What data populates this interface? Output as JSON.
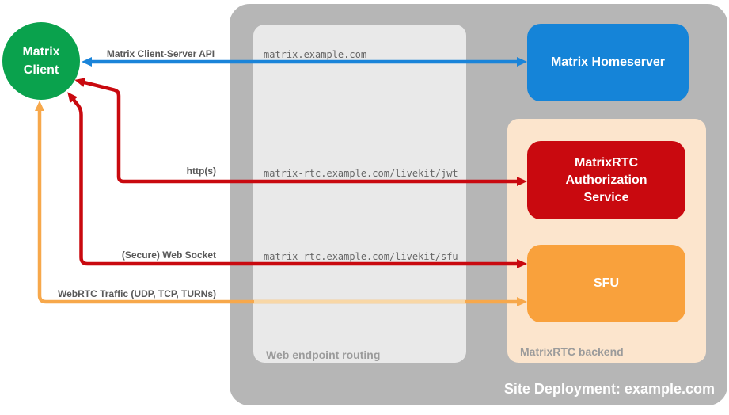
{
  "client": {
    "label_line1": "Matrix",
    "label_line2": "Client"
  },
  "containers": {
    "site": {
      "label": "Site Deployment: example.com"
    },
    "routing": {
      "label": "Web endpoint routing"
    },
    "backend": {
      "label": "MatrixRTC backend"
    }
  },
  "nodes": {
    "homeserver": {
      "label": "Matrix Homeserver"
    },
    "auth": {
      "label": "MatrixRTC Authorization Service"
    },
    "sfu": {
      "label": "SFU"
    }
  },
  "edges": [
    {
      "label": "Matrix Client-Server API",
      "route": "matrix.example.com",
      "color_name": "blue"
    },
    {
      "label": "http(s)",
      "route": "matrix-rtc.example.com/livekit/jwt",
      "color_name": "red"
    },
    {
      "label": "(Secure) Web Socket",
      "route": "matrix-rtc.example.com/livekit/sfu",
      "color_name": "red"
    },
    {
      "label": "WebRTC Traffic (UDP, TCP, TURNs)",
      "color_name": "orange"
    }
  ],
  "colors": {
    "green": "#0aa24d",
    "blue": "#1a84d9",
    "red": "#c9090f",
    "orange": "#f7a84b",
    "orange_pale": "#f8d7a6",
    "peach": "#fce5cd",
    "outer_gray": "#b6b6b6",
    "inner_gray": "#e9e9e9"
  }
}
